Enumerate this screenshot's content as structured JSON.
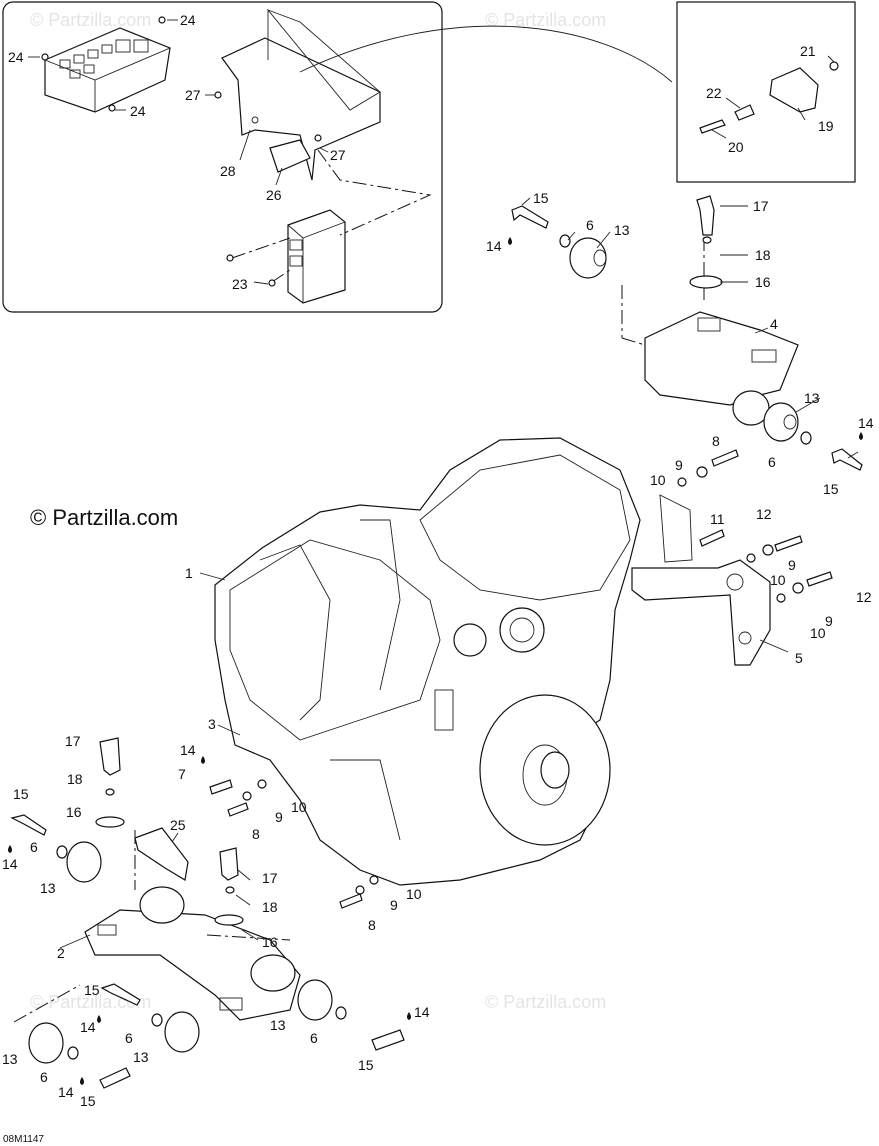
{
  "watermark": "© Partzilla.com",
  "copyright_text": "© Partzilla.com",
  "drawing_code": "08M1147",
  "callouts": {
    "c24a": "24",
    "c24b": "24",
    "c24c": "24",
    "c27a": "27",
    "c27b": "27",
    "c28": "28",
    "c26": "26",
    "c23": "23",
    "c21": "21",
    "c22": "22",
    "c19": "19",
    "c20": "20",
    "c15a": "15",
    "c14a": "14",
    "c6a": "6",
    "c13a": "13",
    "c17a": "17",
    "c18a": "18",
    "c16a": "16",
    "c4": "4",
    "c13b": "13",
    "c14b": "14",
    "c6b": "6",
    "c15b": "15",
    "c8a": "8",
    "c9a": "9",
    "c10a": "10",
    "c11": "11",
    "c12a": "12",
    "c9b": "9",
    "c10b": "10",
    "c12b": "12",
    "c9c": "9",
    "c10c": "10",
    "c5": "5",
    "c1": "1",
    "c3": "3",
    "c17b": "17",
    "c14c": "14",
    "c7": "7",
    "c18b": "18",
    "c10d": "10",
    "c9d": "9",
    "c8b": "8",
    "c15c": "15",
    "c16b": "16",
    "c25": "25",
    "c14d": "14",
    "c6c": "6",
    "c13c": "13",
    "c17c": "17",
    "c18c": "18",
    "c2": "2",
    "c16c": "16",
    "c10e": "10",
    "c9e": "9",
    "c8c": "8",
    "c15d": "15",
    "c14e": "14",
    "c14f": "14",
    "c6d": "6",
    "c13d": "13",
    "c15e": "15",
    "c13e": "13",
    "c13f": "13",
    "c6e": "6",
    "c6f": "6",
    "c14g": "14",
    "c15f": "15"
  }
}
